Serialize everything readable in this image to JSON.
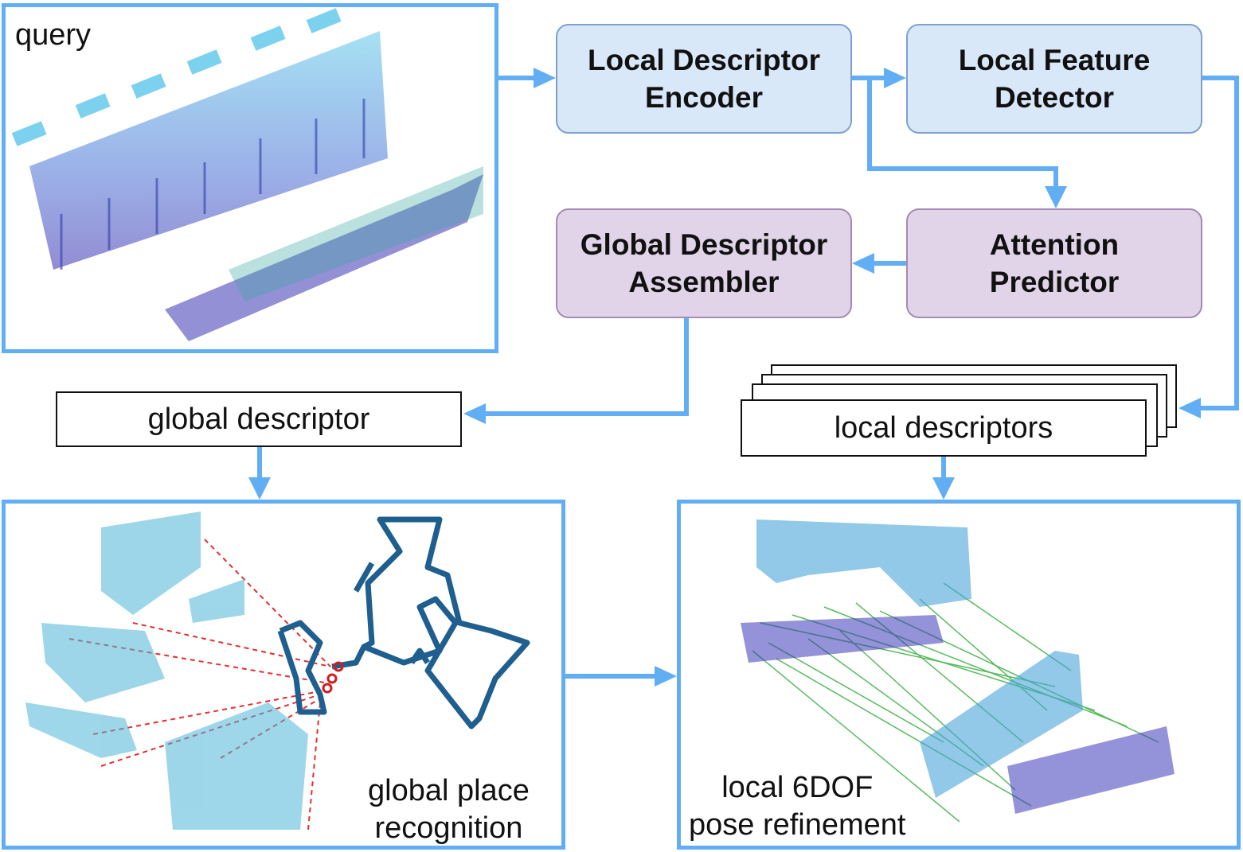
{
  "query_panel": {
    "label": "query"
  },
  "blocks": {
    "local_descriptor_encoder": "Local Descriptor\nEncoder",
    "local_feature_detector": "Local Feature\nDetector",
    "attention_predictor": "Attention\nPredictor",
    "global_descriptor_assembler": "Global Descriptor\nAssembler"
  },
  "outputs": {
    "global_descriptor": "global descriptor",
    "local_descriptors": "local descriptors"
  },
  "result_panels": {
    "global_place_recognition": "global place\nrecognition",
    "local_pose_refinement": "local 6DOF\npose refinement"
  },
  "colors": {
    "arrow": "#62aef5",
    "panel_border": "#62aef5",
    "block_blue_fill": "#d9e8f9",
    "block_purple_fill": "#e2d4e8",
    "trajectory": "#1f5f8f",
    "match_lines": "#3cb043",
    "loop_markers": "#cc1f1f"
  }
}
